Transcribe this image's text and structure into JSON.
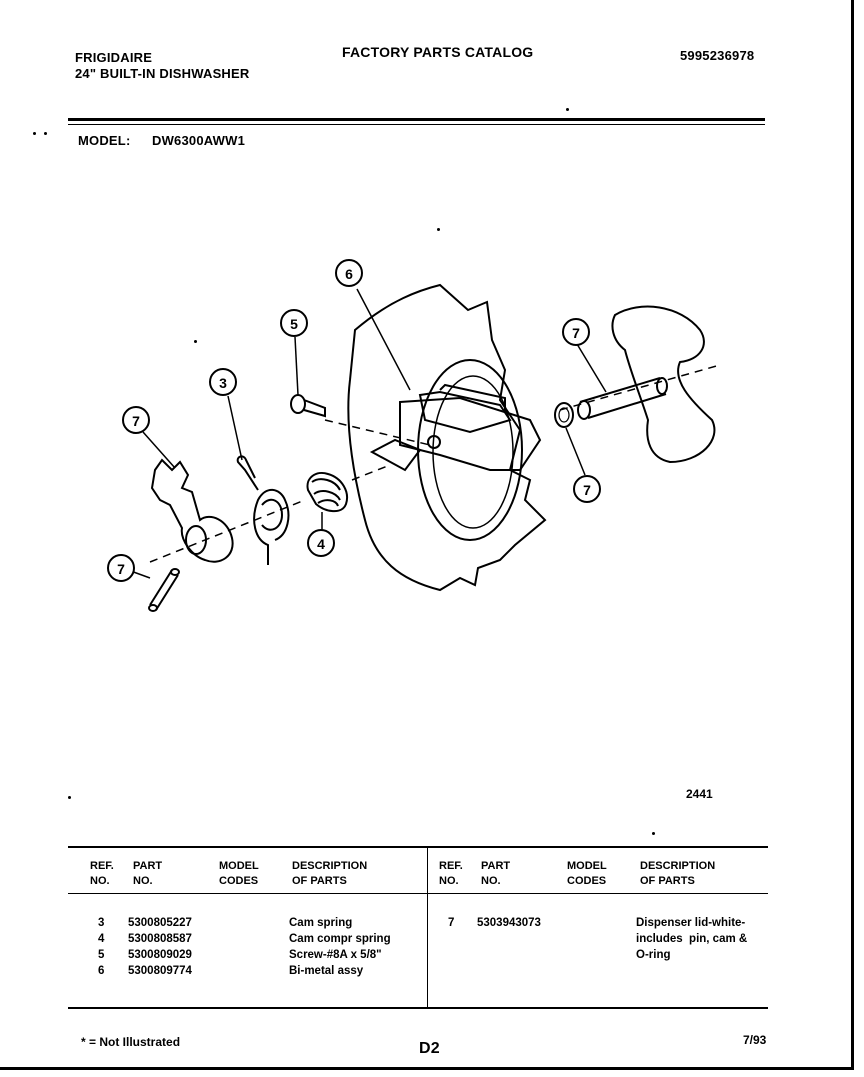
{
  "header": {
    "brand": "FRIGIDAIRE",
    "product": "24\" BUILT-IN DISHWASHER",
    "catalog_title": "FACTORY PARTS CATALOG",
    "catalog_number": "5995236978",
    "model_label": "MODEL:",
    "model_value": "DW6300AWW1"
  },
  "diagram": {
    "callouts": [
      "6",
      "5",
      "3",
      "7",
      "7",
      "7",
      "7",
      "4"
    ],
    "figure_number": "2441"
  },
  "parts_table": {
    "left_headers": {
      "ref": "REF.\nNO.",
      "part": "PART\nNO.",
      "model": "MODEL\nCODES",
      "desc": "DESCRIPTION\nOF PARTS"
    },
    "right_headers": {
      "ref": "REF.\nNO.",
      "part": "PART\nNO.",
      "model": "MODEL\nCODES",
      "desc": "DESCRIPTION\nOF PARTS"
    },
    "left_rows": [
      {
        "ref": "3",
        "part": "5300805227",
        "desc": "Cam spring"
      },
      {
        "ref": "4",
        "part": "5300808587",
        "desc": "Cam compr spring"
      },
      {
        "ref": "5",
        "part": "5300809029",
        "desc": "Screw-#8A x 5/8\""
      },
      {
        "ref": "6",
        "part": "5300809774",
        "desc": "Bi-metal assy"
      }
    ],
    "right_rows": [
      {
        "ref": "7",
        "part": "5303943073",
        "desc": "Dispenser lid-white-\nincludes  pin, cam &\nO-ring"
      }
    ]
  },
  "footer": {
    "note": "* = Not Illustrated",
    "page": "D2",
    "date": "7/93"
  }
}
